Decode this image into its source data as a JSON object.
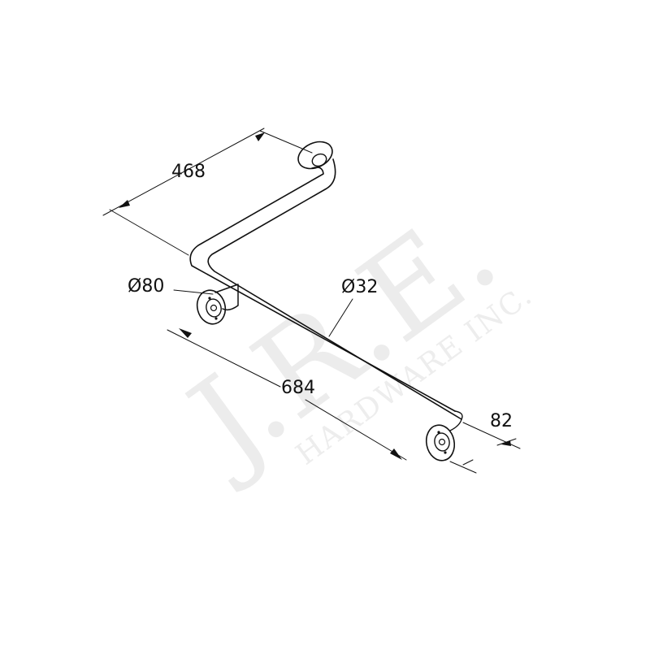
{
  "watermark": {
    "brand": "J.R.E.",
    "company": "HARDWARE INC."
  },
  "dimensions": {
    "upper_length": "468",
    "flange_diameter": "Ø80",
    "tube_diameter": "Ø32",
    "lower_length": "684",
    "wall_offset": "82"
  },
  "colors": {
    "line": "#111111",
    "watermark": "#ececec",
    "background": "#ffffff"
  }
}
